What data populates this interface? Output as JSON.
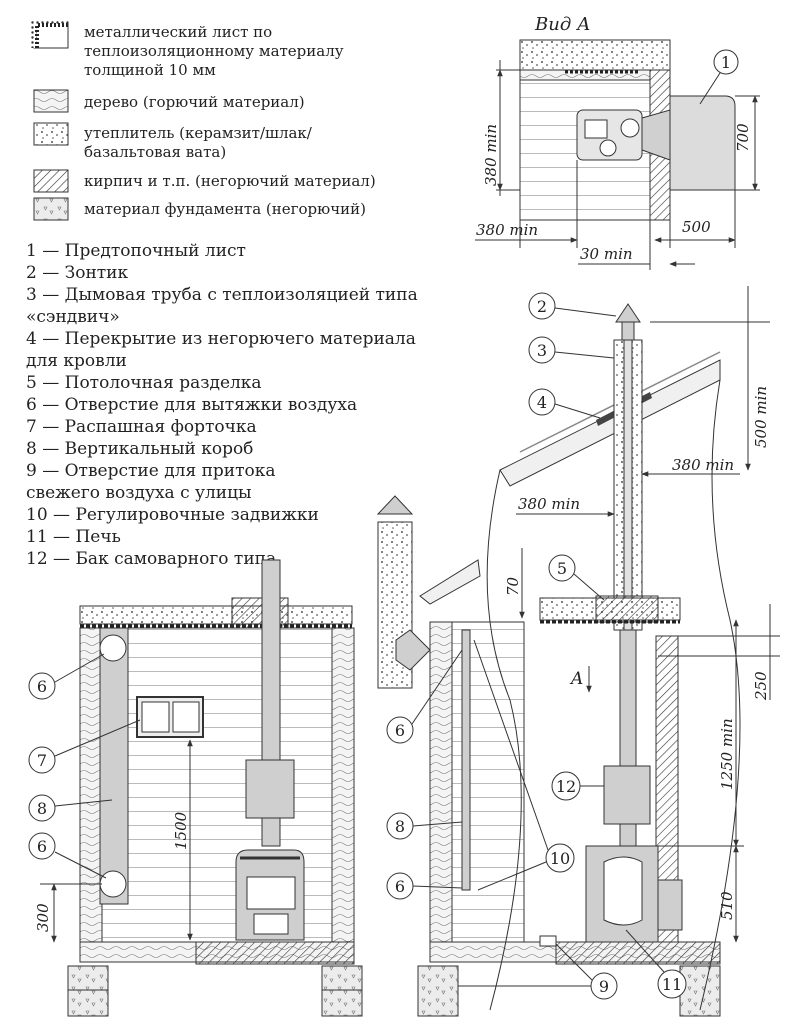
{
  "legend": [
    {
      "lines": [
        "металлический лист по",
        "теплоизоляционному материалу",
        "толщиной 10 мм"
      ]
    },
    {
      "lines": [
        "дерево (горючий материал)"
      ]
    },
    {
      "lines": [
        "утеплитель (керамзит/шлак/",
        "базальтовая вата)"
      ]
    },
    {
      "lines": [
        "кирпич и т.п. (негорючий материал)"
      ]
    },
    {
      "lines": [
        "материал фундамента (негорючий)"
      ]
    }
  ],
  "parts_list": [
    "1 — Предтопочный лист",
    "2 — Зонтик",
    "3 — Дымовая труба с теплоизоляцией типа",
    "«сэндвич»",
    "4 — Перекрытие из негорючего материала",
    "для кровли",
    "5 — Потолочная разделка",
    "6 — Отверстие для вытяжки воздуха",
    "7 — Распашная форточка",
    "8 — Вертикальный короб",
    "9 — Отверстие для притока",
    "свежего воздуха с улицы",
    "10 — Регулировочные задвижки",
    "11 — Печь",
    "12 — Бак самоварного типа"
  ],
  "view_a": {
    "title": "Вид А",
    "dims": {
      "d380_vert": "380 min",
      "d700": "700",
      "d380_horiz": "380 min",
      "d500": "500",
      "d30": "30 min"
    },
    "callout": "1"
  },
  "front_view": {
    "dims": {
      "d1500": "1500",
      "d300": "300"
    },
    "callouts": {
      "c6a": "6",
      "c7": "7",
      "c8": "8",
      "c6b": "6"
    }
  },
  "side_view": {
    "view_arrow": "A",
    "dims": {
      "d500": "500 min",
      "d380a": "380 min",
      "d380b": "380 min",
      "d70": "70",
      "d250": "250",
      "d1250": "1250 min",
      "d510": "510"
    },
    "callouts": {
      "c2": "2",
      "c3": "3",
      "c4": "4",
      "c5": "5",
      "c6a": "6",
      "c8": "8",
      "c6b": "6",
      "c10": "10",
      "c12": "12",
      "c11": "11",
      "c9": "9"
    }
  }
}
